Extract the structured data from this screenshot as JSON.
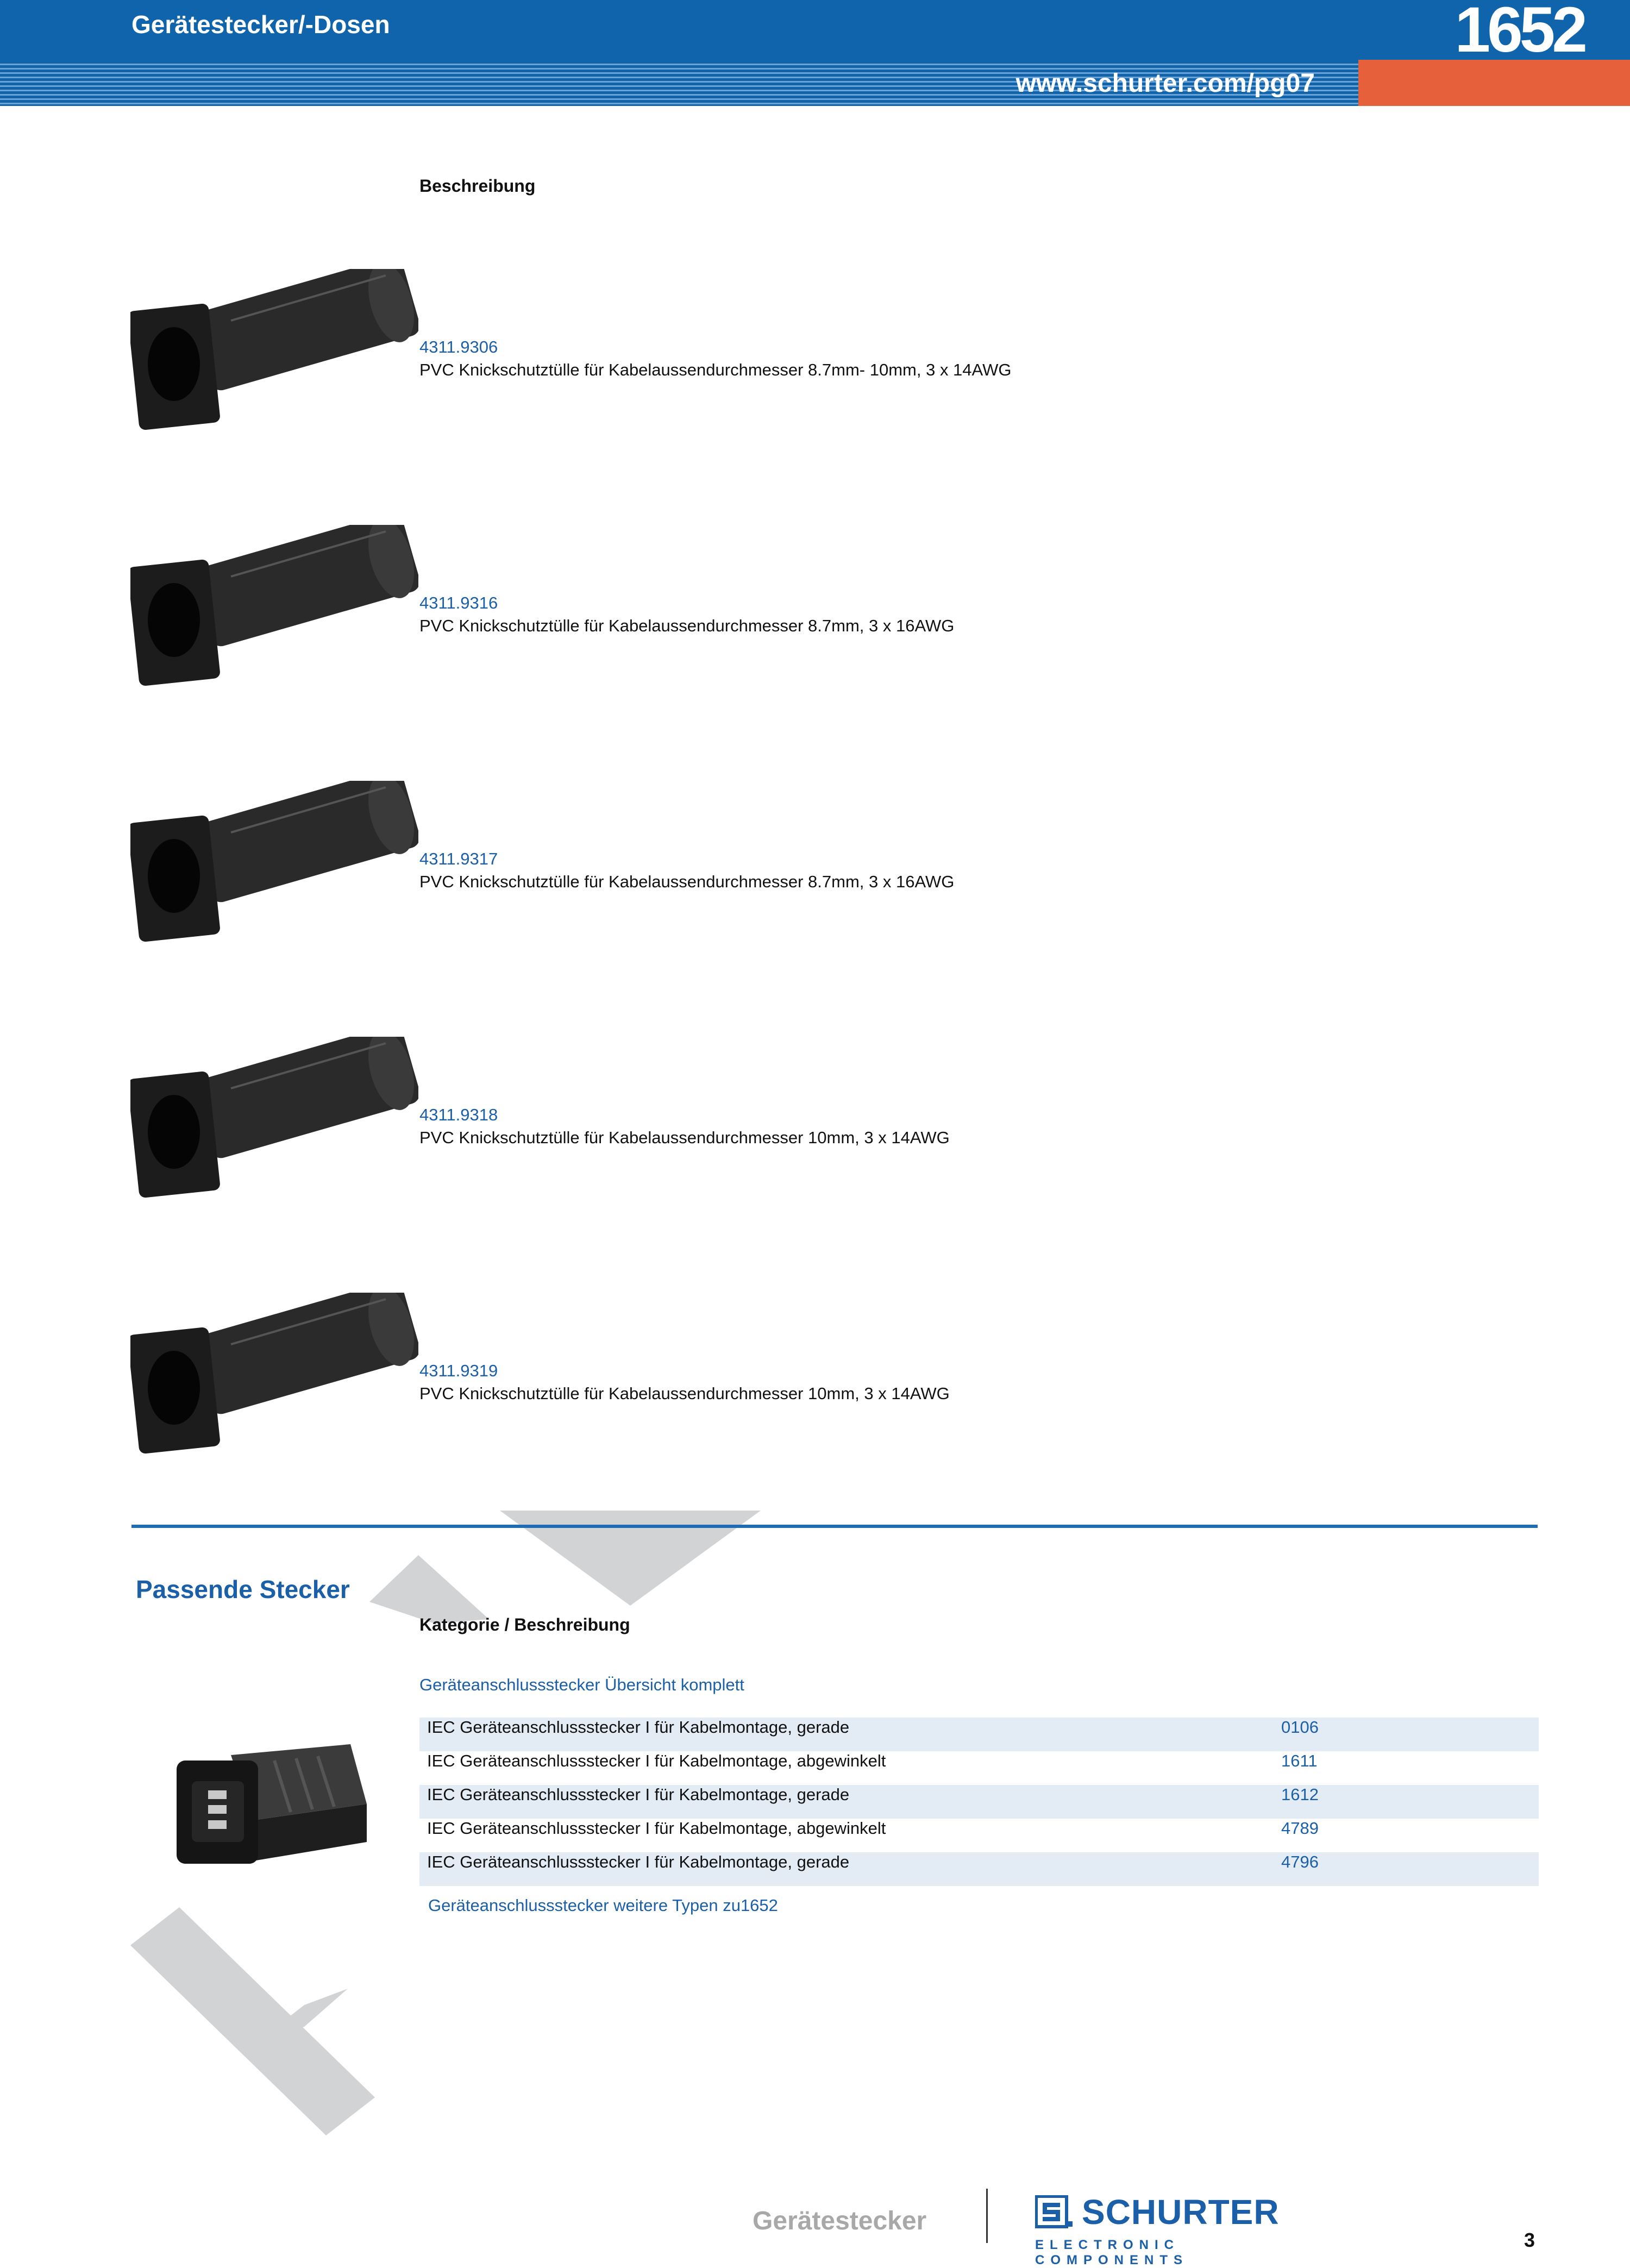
{
  "header": {
    "title": "Gerätestecker/-Dosen",
    "product_number": "1652",
    "url": "www.schurter.com/pg07"
  },
  "products": {
    "column_heading": "Beschreibung",
    "items": [
      {
        "code": "4311.9306",
        "description": "PVC Knickschutztülle für Kabelaussendurchmesser 8.7mm- 10mm, 3 x 14AWG"
      },
      {
        "code": "4311.9316",
        "description": "PVC Knickschutztülle für Kabelaussendurchmesser 8.7mm, 3 x 16AWG"
      },
      {
        "code": "4311.9317",
        "description": "PVC Knickschutztülle für Kabelaussendurchmesser 8.7mm, 3 x 16AWG"
      },
      {
        "code": "4311.9318",
        "description": "PVC Knickschutztülle für Kabelaussendurchmesser 10mm, 3 x 14AWG"
      },
      {
        "code": "4311.9319",
        "description": "PVC Knickschutztülle für Kabelaussendurchmesser 10mm, 3 x 14AWG"
      }
    ]
  },
  "matching": {
    "title": "Passende Stecker",
    "column_heading": "Kategorie / Beschreibung",
    "category_link": "Geräteanschlussstecker Übersicht komplett",
    "rows": [
      {
        "label": "IEC Geräteanschlussstecker I für Kabelmontage, gerade",
        "number": "0106"
      },
      {
        "label": "IEC Geräteanschlussstecker I für Kabelmontage, abgewinkelt",
        "number": "1611"
      },
      {
        "label": "IEC Geräteanschlussstecker I für Kabelmontage, gerade",
        "number": "1612"
      },
      {
        "label": "IEC Geräteanschlussstecker I für Kabelmontage, abgewinkelt",
        "number": "4789"
      },
      {
        "label": "IEC Geräteanschlussstecker I für Kabelmontage, gerade",
        "number": "4796"
      }
    ],
    "more_link": "Geräteanschlussstecker weitere Typen zu1652"
  },
  "footer": {
    "section_label": "Gerätestecker",
    "logo_word": "SCHURTER",
    "logo_sub": "ELECTRONIC COMPONENTS",
    "page_number": "3"
  },
  "colors": {
    "header_blue": "#0f64ab",
    "accent_orange": "#e6603c",
    "link_blue": "#1b5fa8",
    "row_stripe": "#e3ebf5",
    "watermark_gray": "#d2d3d5"
  }
}
